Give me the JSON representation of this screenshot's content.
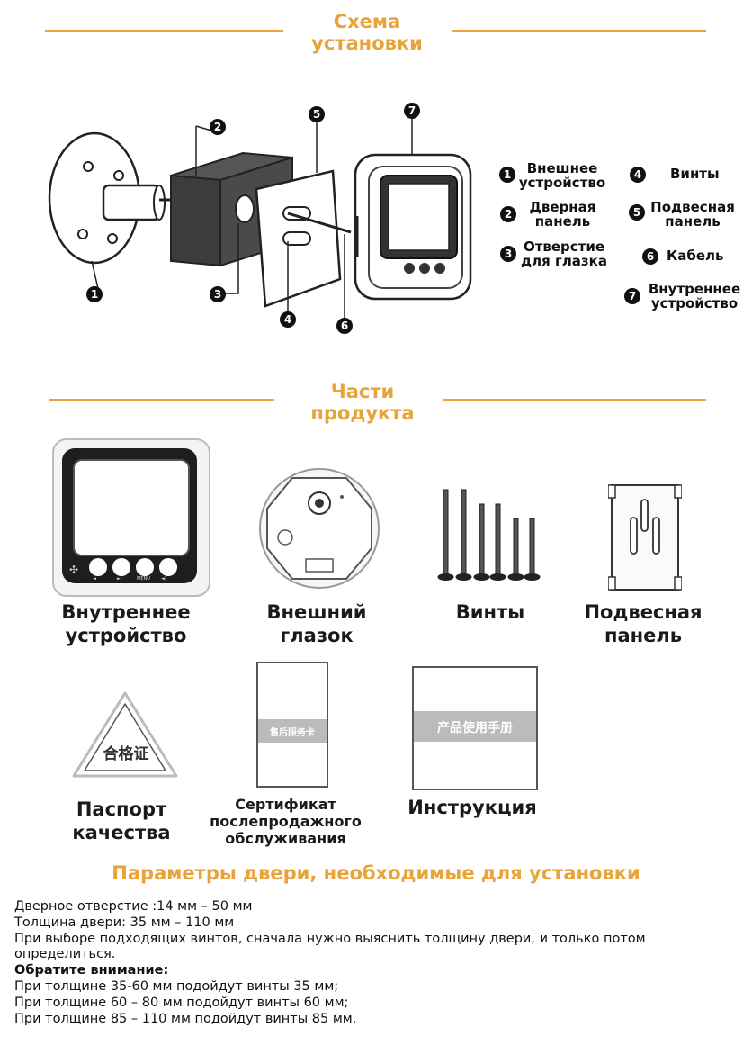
{
  "install_scheme": {
    "title_line1": "Схема",
    "title_line2": "установки",
    "legend": [
      {
        "num": "1",
        "line1": "Внешнее",
        "line2": "устройство"
      },
      {
        "num": "2",
        "line1": "Дверная",
        "line2": "панель"
      },
      {
        "num": "3",
        "line1": "Отверстие",
        "line2": "для глазка"
      },
      {
        "num": "4",
        "line1": "Винты",
        "line2": ""
      },
      {
        "num": "5",
        "line1": "Подвесная",
        "line2": "панель"
      },
      {
        "num": "6",
        "line1": "Кабель",
        "line2": ""
      },
      {
        "num": "7",
        "line1": "Внутреннее",
        "line2": "устройство"
      }
    ],
    "diagram_callouts": [
      "1",
      "2",
      "3",
      "4",
      "5",
      "6",
      "7"
    ]
  },
  "product_parts": {
    "title_line1": "Части",
    "title_line2": "продукта",
    "items": [
      {
        "line1": "Внутреннее",
        "line2": "устройство",
        "line3": ""
      },
      {
        "line1": "Внешний",
        "line2": "глазок",
        "line3": ""
      },
      {
        "line1": "Винты",
        "line2": "",
        "line3": ""
      },
      {
        "line1": "Подвесная",
        "line2": "панель",
        "line3": ""
      },
      {
        "line1": "Паспорт",
        "line2": "качества",
        "line3": ""
      },
      {
        "line1": "Сертификат",
        "line2": "послепродажного",
        "line3": "обслуживания"
      },
      {
        "line1": "Инструкция",
        "line2": "",
        "line3": ""
      }
    ],
    "device_buttons": [
      "◄",
      "►",
      "MENU",
      "◄)"
    ],
    "quality_stamp": "合格证",
    "service_card": "售后服务卡",
    "manual": "产品使用手册"
  },
  "door_params": {
    "title": "Параметры двери, необходимые для установки",
    "lines": [
      {
        "text": "Дверное отверстие :14 мм – 50 мм",
        "bold": false
      },
      {
        "text": "Толщина двери: 35 мм – 110 мм",
        "bold": false
      },
      {
        "text": "При выборе подходящих винтов, сначала нужно выяснить толщину двери, и только потом",
        "bold": false
      },
      {
        "text": "определиться.",
        "bold": false
      },
      {
        "text": "Обратите внимание:",
        "bold": true
      },
      {
        "text": "При толщине 35-60 мм подойдут винты 35 мм;",
        "bold": false
      },
      {
        "text": "При толщине 60 – 80 мм подойдут винты 60 мм;",
        "bold": false
      },
      {
        "text": "При толщине 85 – 110 мм подойдут винты 85 мм.",
        "bold": false
      }
    ]
  },
  "colors": {
    "accent": "#E8A33A",
    "text": "#111111"
  }
}
